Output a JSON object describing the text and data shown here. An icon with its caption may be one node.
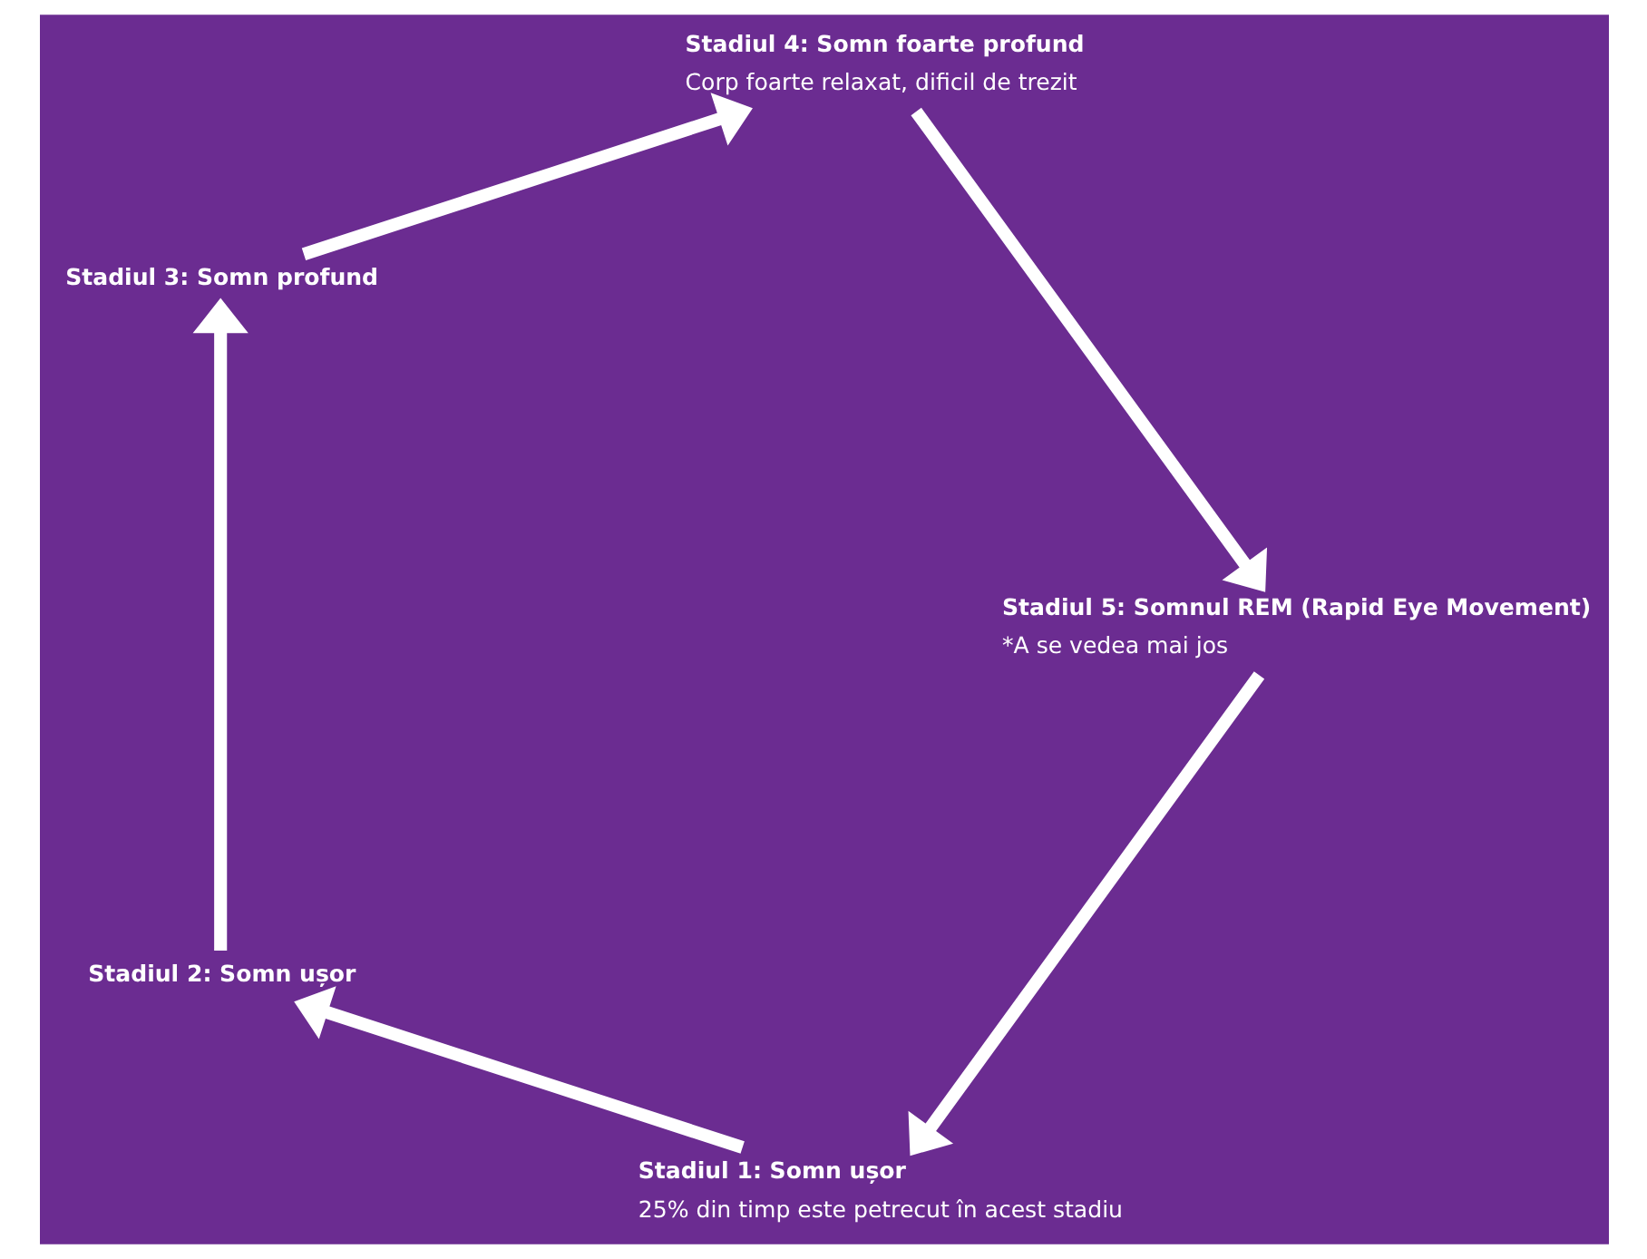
{
  "diagram": {
    "nodes": [
      {
        "text": [
          "Stadiul 1: Somn ușor",
          "25% din timp este petrecut în acest stadiu"
        ]
      },
      {
        "text": [
          "Stadiul 2: Somn ușor"
        ]
      },
      {
        "text": [
          "Stadiul 3: Somn profund"
        ]
      },
      {
        "text": [
          "Stadiul 4: Somn foarte profund",
          "Corp foarte relaxat, dificil de trezit"
        ]
      },
      {
        "text": [
          "Stadiul 5: Somnul REM (Rapid Eye Movement)",
          "*A se vedea mai jos"
        ]
      }
    ],
    "edges": [
      {
        "from": 0,
        "to": 1,
        "arrow": "to"
      },
      {
        "from": 1,
        "to": 2,
        "arrow": "to"
      },
      {
        "from": 2,
        "to": 3,
        "arrow": "to"
      },
      {
        "from": 3,
        "to": 4,
        "arrow": "to"
      },
      {
        "from": 4,
        "to": 0,
        "arrow": "to"
      }
    ]
  }
}
